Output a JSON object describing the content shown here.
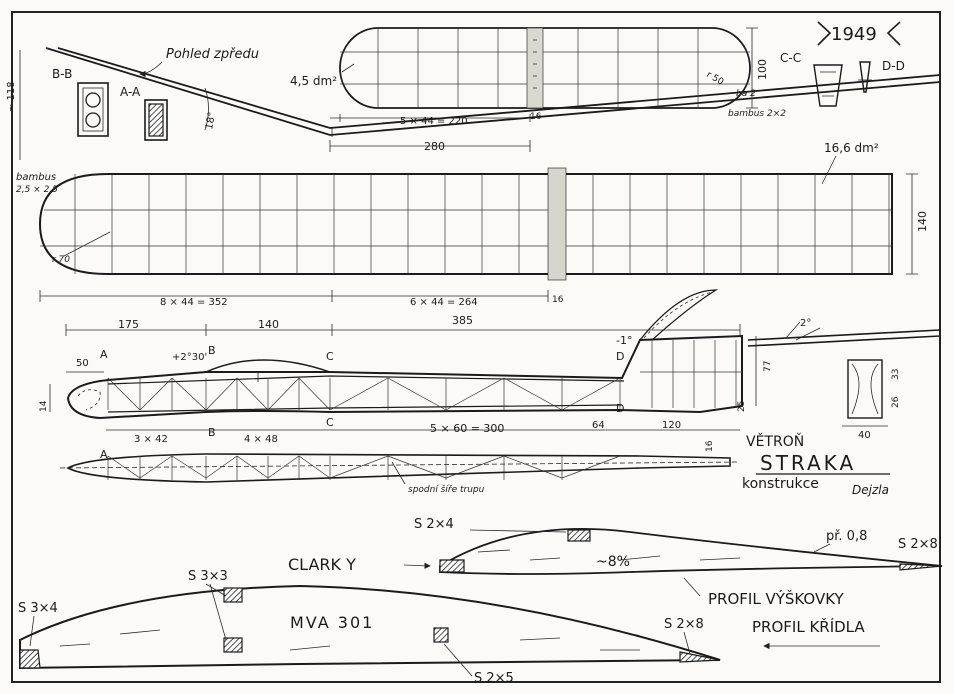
{
  "year": "1949",
  "section_labels": {
    "bb": "B-B",
    "aa": "A-A",
    "cc": "C-C",
    "dd": "D-D",
    "a": "A",
    "b": "B",
    "c": "C",
    "d": "D"
  },
  "front_view": {
    "title": "Pohled zpředu",
    "height": "~ 118",
    "angle": "18°"
  },
  "stabilizer": {
    "area": "4,5 dm²",
    "span": "5 × 44 = 220",
    "mid": "16",
    "chord": "100",
    "radius": "r 50",
    "ba": "ba 2",
    "spar": "bambus 2×2"
  },
  "dims": {
    "half_span_tail": "280"
  },
  "wing": {
    "area": "16,6 dm²",
    "tip_note": "bambus",
    "tip_size": "2,5 × 2,5",
    "radius": "r 70",
    "chord": "140",
    "outer": "8 × 44 = 352",
    "inner": "6 × 44 = 264",
    "mid": "16"
  },
  "fuselage": {
    "d175": "175",
    "d140": "140",
    "d385": "385",
    "d50": "50",
    "d14": "14",
    "incidence": "+2°30'",
    "tail_angle": "-1°",
    "d77": "77",
    "d25": "25",
    "bays1": "3 × 42",
    "bays2": "4 × 48",
    "bays3": "5 × 60 = 300",
    "d64": "64",
    "d120": "120",
    "bottom_note": "spodní šíře trupu",
    "d16": "16",
    "stab_angle": "2°",
    "d33": "33",
    "d26": "26",
    "d40": "40"
  },
  "title_block": {
    "line1": "VĚTROŇ",
    "line2": "STRAKA",
    "line3": "konstrukce",
    "signature": "Dejzla"
  },
  "profiles": {
    "tail": {
      "spar_top": "S 2×4",
      "thickness": "~8%",
      "te": "př. 0,8",
      "te_spar": "S 2×8"
    },
    "clark": "CLARK Y",
    "tail_label": "PROFIL VÝŠKOVKY",
    "wing_label": "PROFIL KŘÍDLA",
    "wing": {
      "le_spar": "S 3×4",
      "main_spars": "S 3×3",
      "name": "MVA 301",
      "lower_spar": "S 2×5",
      "te_spar": "S 2×8"
    }
  }
}
